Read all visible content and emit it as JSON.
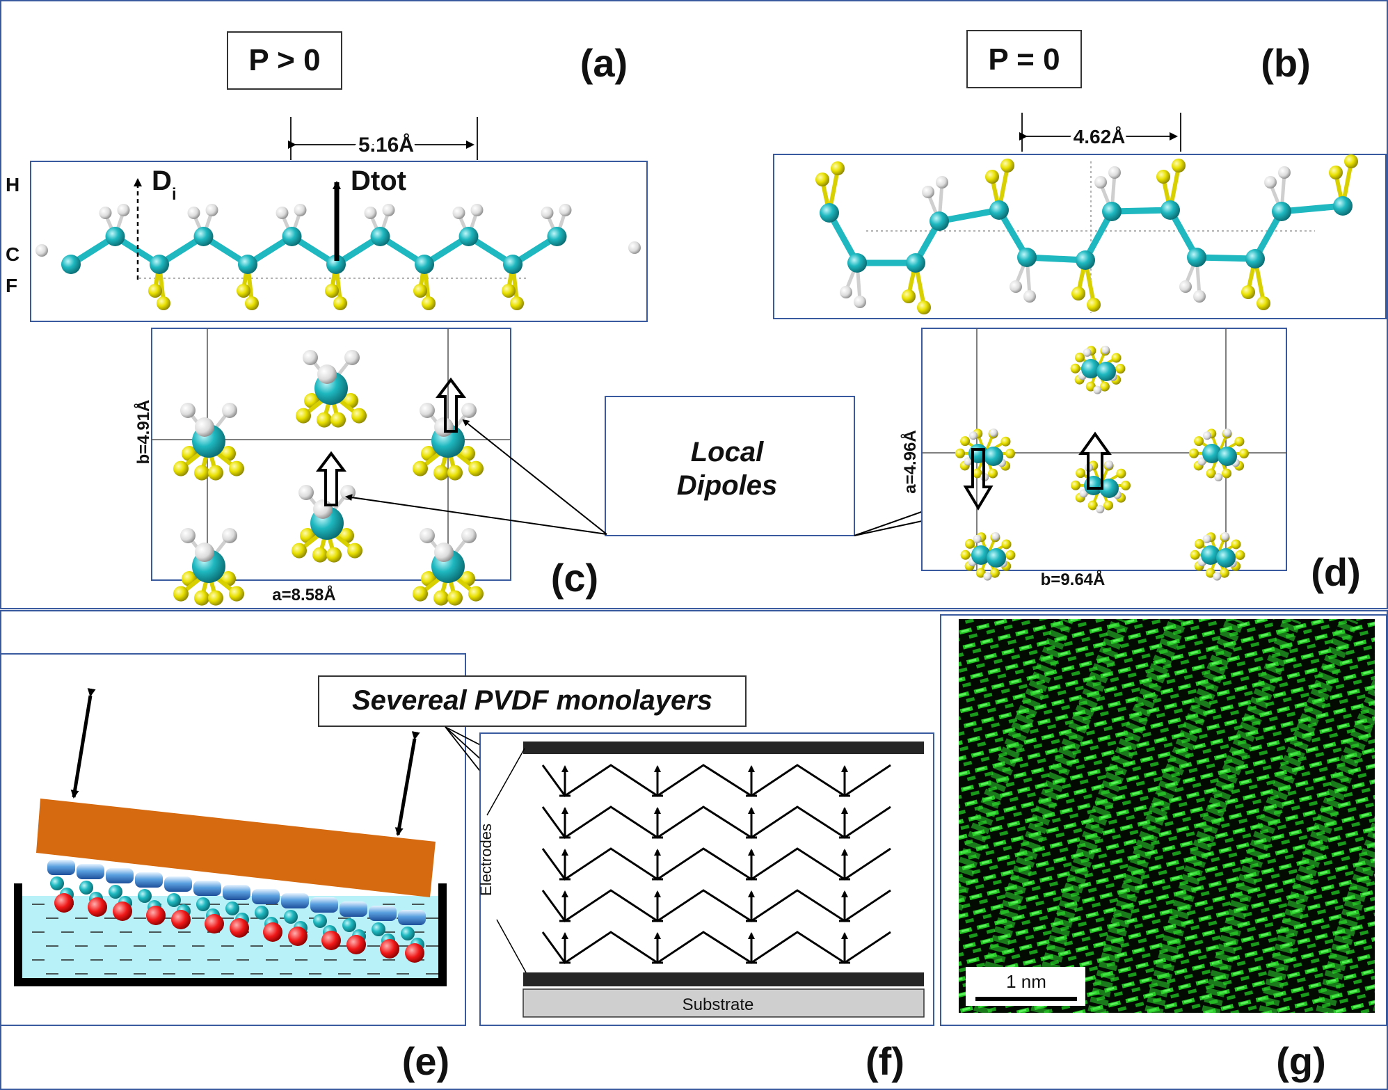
{
  "panels": {
    "a": {
      "letter": "(a)",
      "condition": "P > 0",
      "spacing": "5.16Å",
      "dipole_local": "D",
      "dipole_local_sub": "i",
      "dipole_total": "Dtot",
      "atoms": [
        "H",
        "C",
        "F"
      ]
    },
    "b": {
      "letter": "(b)",
      "condition": "P = 0",
      "spacing": "4.62Å"
    },
    "c": {
      "letter": "(c)",
      "axis_b": "b=4.91Å",
      "axis_a": "a=8.58Å"
    },
    "d": {
      "letter": "(d)",
      "axis_a": "a=4.96Å",
      "axis_b": "b=9.64Å"
    },
    "local_dipoles": {
      "line1": "Local",
      "line2": "Dipoles"
    },
    "e": {
      "letter": "(e)",
      "callout": "Severeal PVDF monolayers"
    },
    "f": {
      "letter": "(f)",
      "electrodes": "Electrodes",
      "substrate": "Substrate"
    },
    "g": {
      "letter": "(g)",
      "scale": "1 nm"
    }
  },
  "colors": {
    "carbon": "#1fb8c0",
    "fluorine": "#e8e000",
    "hydrogen": "#e8e8e8",
    "frame": "#3a5aa0",
    "plate": "#d56a10",
    "water": "#b8f2f8",
    "stm_green": "#2fd62f"
  }
}
